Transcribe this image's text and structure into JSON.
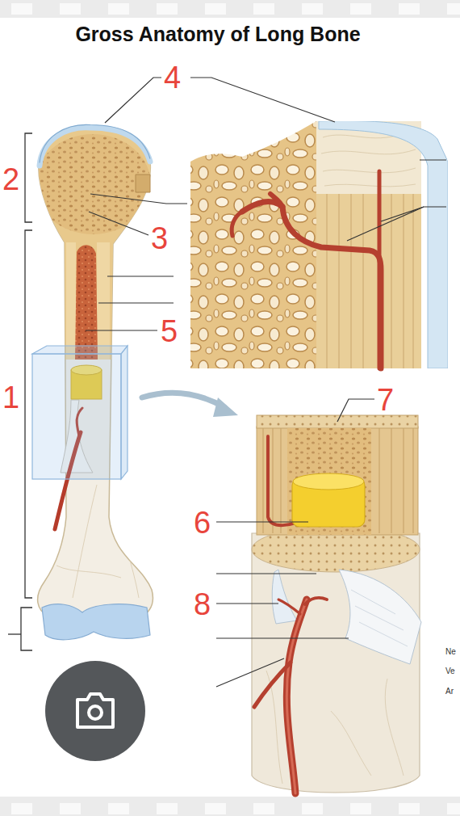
{
  "diagram": {
    "title": "Gross Anatomy of Long Bone",
    "labels": [
      "4",
      "2",
      "3",
      "5",
      "1",
      "7",
      "6",
      "8",
      "Ne",
      "Ve",
      "Ar"
    ]
  }
}
